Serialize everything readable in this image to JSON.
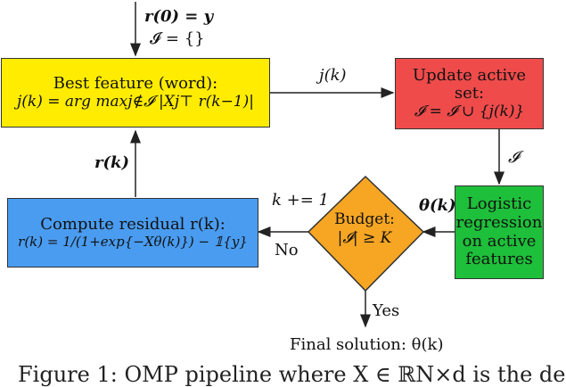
{
  "colors": {
    "best_feature": "#ffec00",
    "update_active": "#ef4b4b",
    "logistic": "#1ebf3a",
    "compute_residual": "#4a9cf0",
    "budget": "#f6a623"
  },
  "init_line1": "r(0) = y",
  "init_line2": "𝓘 = {}",
  "best_feature": {
    "title": "Best feature (word):",
    "formula": "j(k) = arg maxj∉𝓘 |Xj⊤ r(k−1)|"
  },
  "edge_j": "j(k)",
  "update_active": {
    "title": "Update active set:",
    "formula": "𝓘 = 𝓘 ∪ {j(k)}"
  },
  "edge_I": "𝓘",
  "logistic": {
    "line1": "Logistic",
    "line2": "regression",
    "line3": "on active",
    "line4": "features"
  },
  "edge_theta": "θ(k)",
  "budget": {
    "line1": "Budget:",
    "line2": "|𝓘| ≥ K"
  },
  "edge_k": "k += 1",
  "edge_no": "No",
  "edge_yes": "Yes",
  "compute_residual": {
    "title": "Compute residual r(k):",
    "formula": "r(k) = 1/(1+exp{−Xθ(k)}) − 𝟙{y}"
  },
  "edge_r": "r(k)",
  "final": "Final solution: θ(k)",
  "caption": "Figure 1: OMP pipeline where X ∈ ℝN×d is the de"
}
